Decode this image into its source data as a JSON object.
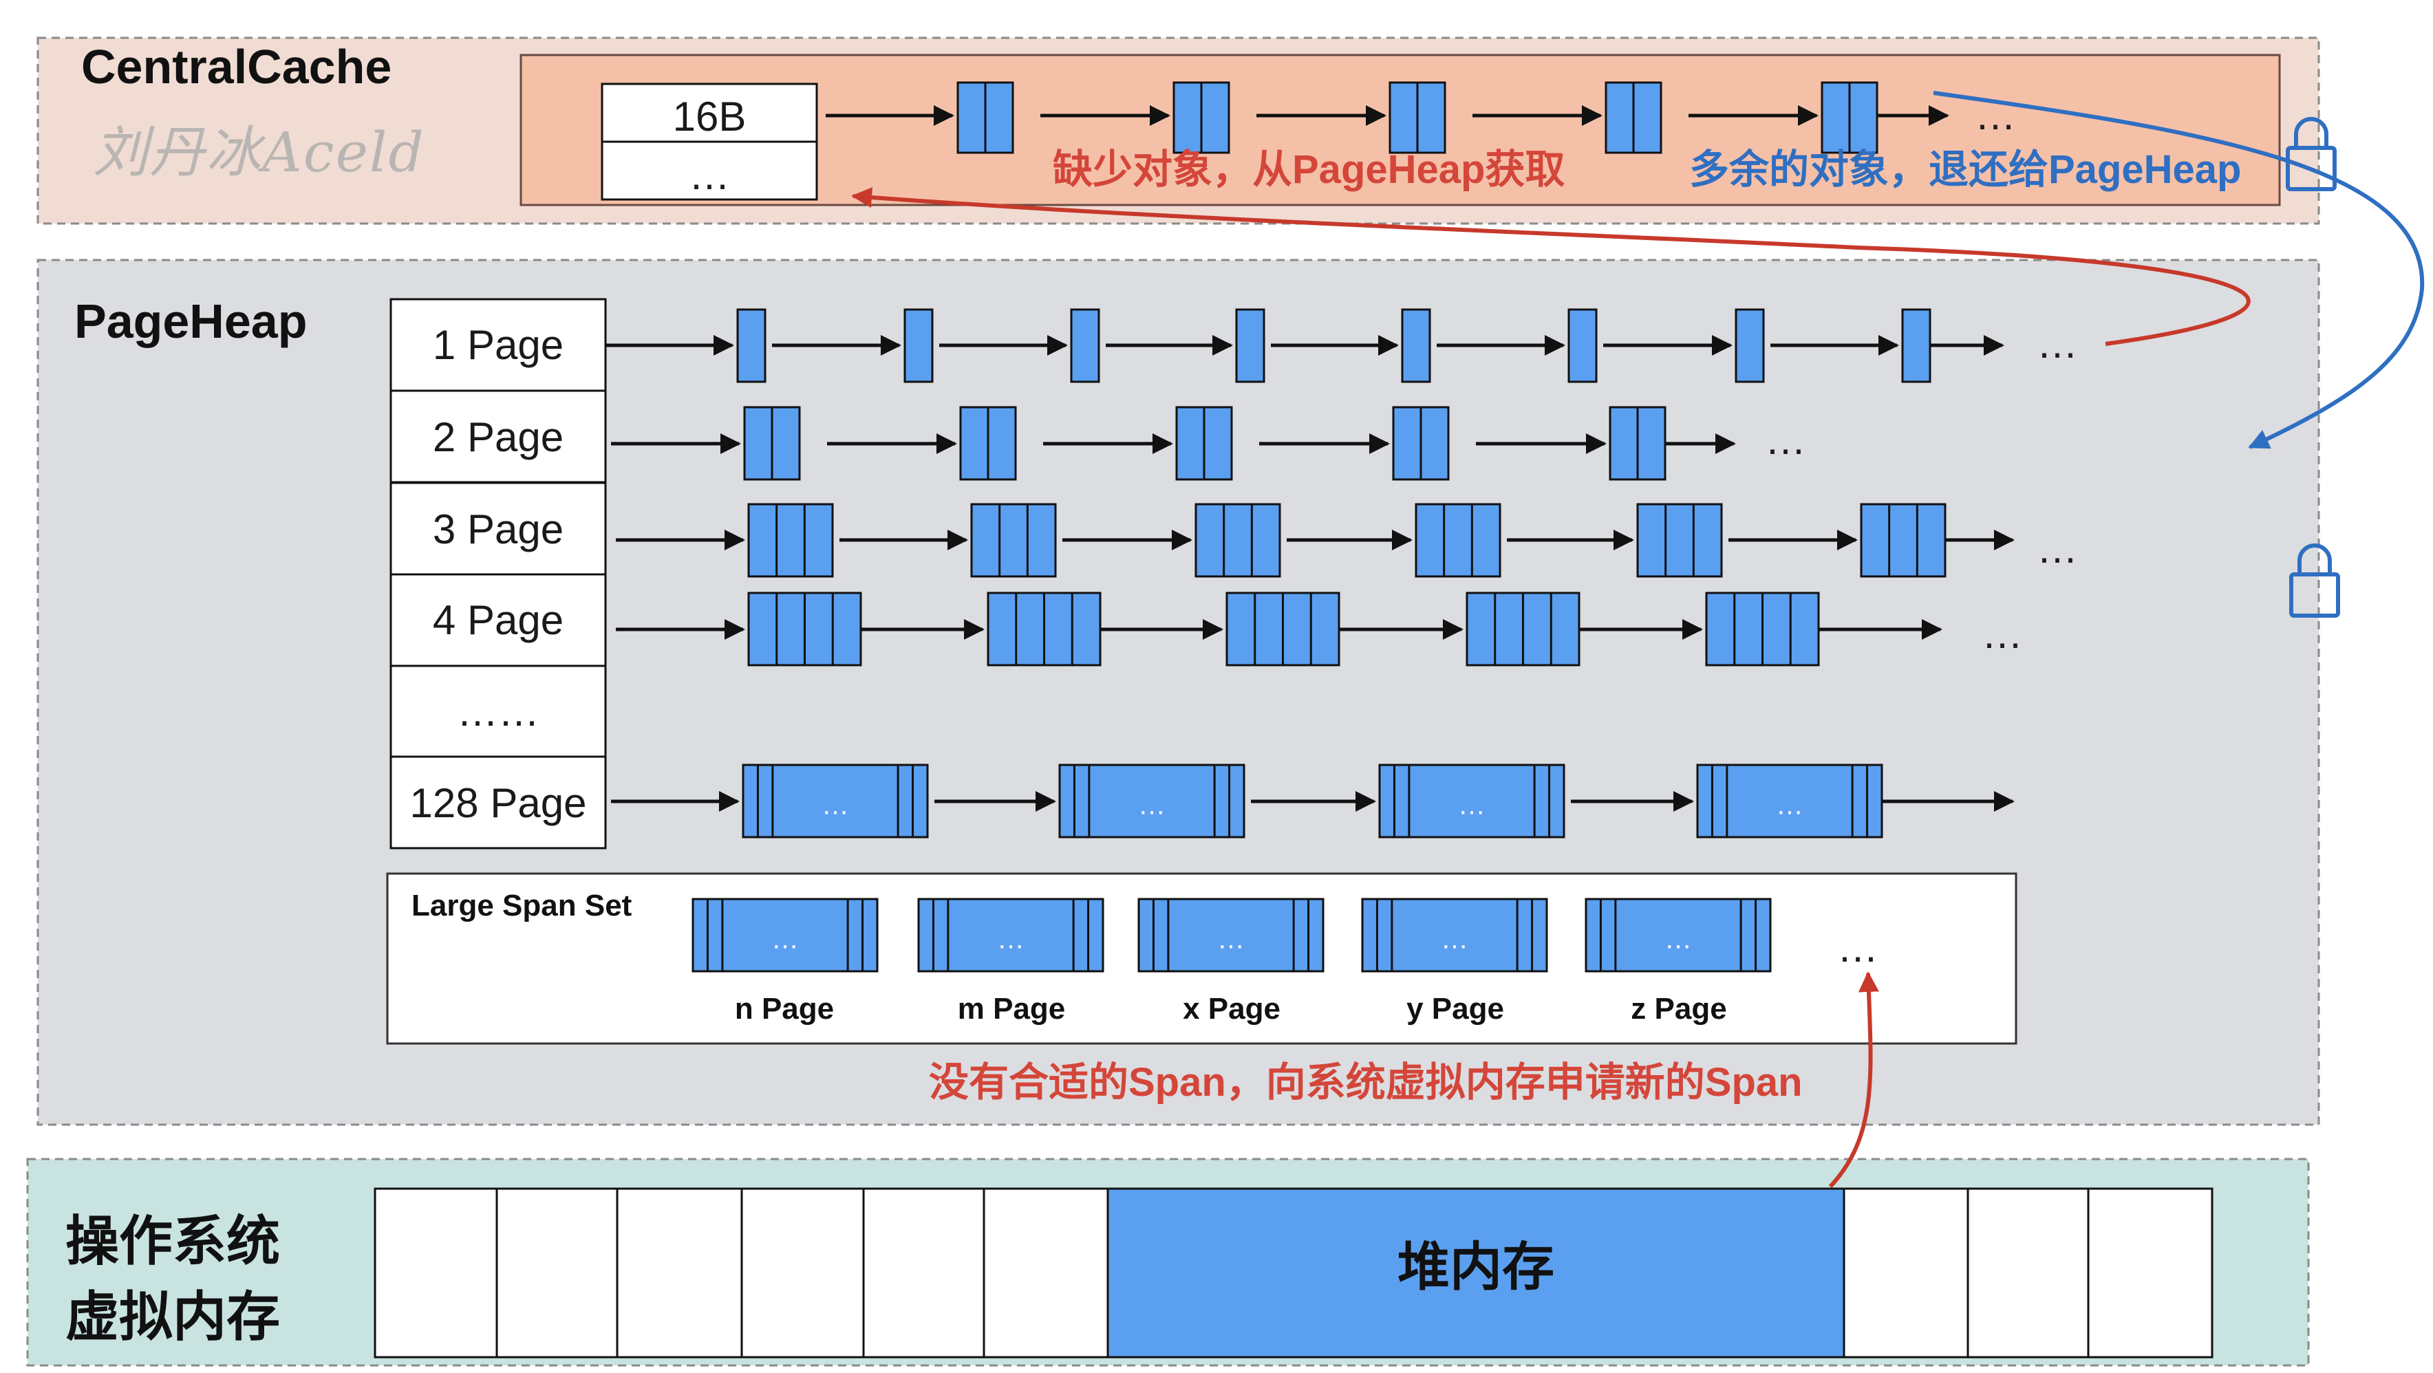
{
  "central_cache": {
    "title": "CentralCache",
    "watermark": "刘丹冰Aceld",
    "cell_top": "16B",
    "cell_bottom": "…",
    "trailing_ellipsis": "…",
    "msg_fetch": "缺少对象，从PageHeap获取",
    "msg_return": "多余的对象，退还给PageHeap"
  },
  "page_heap": {
    "title": "PageHeap",
    "rows": [
      {
        "label": "1 Page",
        "ellipsis": "…"
      },
      {
        "label": "2 Page",
        "ellipsis": "…"
      },
      {
        "label": "3 Page",
        "ellipsis": "…"
      },
      {
        "label": "4 Page",
        "ellipsis": "…"
      },
      {
        "label": "……",
        "ellipsis": ""
      },
      {
        "label": "128 Page",
        "ellipsis": ""
      }
    ],
    "span_ellipsis": "…",
    "large_span_set": {
      "title": "Large Span Set",
      "spans": [
        "n Page",
        "m Page",
        "x Page",
        "y Page",
        "z Page"
      ],
      "ellipsis": "…"
    },
    "msg_new_span": "没有合适的Span，向系统虚拟内存申请新的Span"
  },
  "os": {
    "title_line1": "操作系统",
    "title_line2": "虚拟内存",
    "heap_label": "堆内存"
  },
  "colors": {
    "span_fill": "#5b9ff0",
    "central_bg": "#f0dcd3",
    "central_inner": "#f5c0a8",
    "pageheap_bg": "#dcdde0",
    "os_bg": "#c9e3e1",
    "red": "#c7392b",
    "blue": "#2f6fc2"
  },
  "icons": [
    "lock-icon",
    "lock-icon"
  ]
}
